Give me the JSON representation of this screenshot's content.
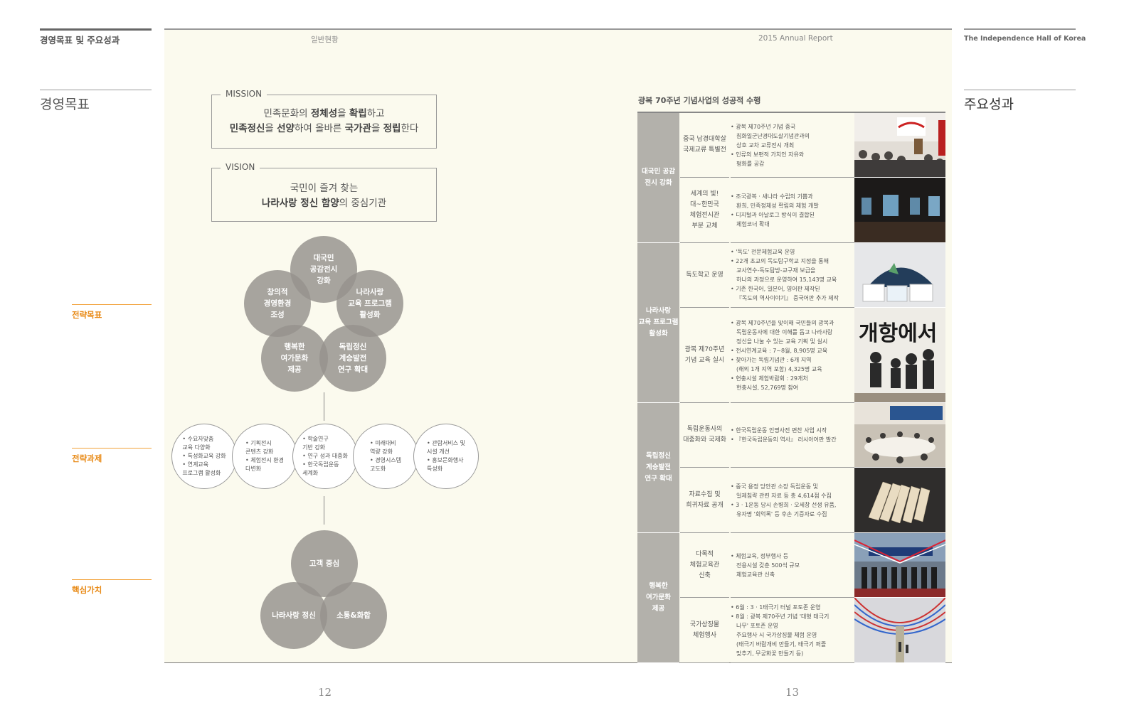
{
  "header": {
    "left_section": "경영목표 및 주요성과",
    "left_running_head": "일반현황",
    "right_running_head": "2015 Annual Report",
    "right_brand": "The Independence Hall of Korea"
  },
  "left_page": {
    "section_title": "경영목표",
    "page_number": "12",
    "labels": {
      "strategic_goal": "전략목표",
      "strategic_tasks": "전략과제",
      "core_values": "핵심가치"
    },
    "mission": {
      "label": "MISSION",
      "line1": [
        "민족문화의 ",
        "정체성",
        "을 ",
        "확립",
        "하고"
      ],
      "line2": [
        "민족정신",
        "을 ",
        "선양",
        "하여 올바른 ",
        "국가관",
        "을 ",
        "정립",
        "한다"
      ]
    },
    "vision": {
      "label": "VISION",
      "line1": "국민이 즐겨 찾는",
      "line2": [
        "나라사랑 정신 함양",
        "의 중심기관"
      ]
    },
    "goals": [
      "대국민\n공감전시\n강화",
      "창의적\n경영환경\n조성",
      "나라사랑\n교육 프로그램\n활성화",
      "행복한\n여가문화\n제공",
      "독립정신\n계승발전\n연구 확대"
    ],
    "tasks": [
      [
        "• 수요자맞춤\n  교육 다양화",
        "• 특성화교육 강화",
        "• 연계교육\n  프로그램 활성화"
      ],
      [
        "• 기획전시\n  콘텐츠 강화",
        "• 체험전시 환경\n  다변화"
      ],
      [
        "• 학술연구\n  기반 강화",
        "• 연구 성과 대중화",
        "• 한국독립운동\n  세계화"
      ],
      [
        "• 미래대비\n  역량 강화",
        "• 경영시스템\n  고도화"
      ],
      [
        "• 관람서비스 및\n  시설 개선",
        "• 홍보문화행사\n  특성화"
      ]
    ],
    "values": [
      "고객 중심",
      "나라사랑 정신",
      "소통&화합"
    ]
  },
  "right_page": {
    "section_title": "주요성과",
    "page_number": "13",
    "table_title": "광복 70주년 기념사업의 성공적 수행",
    "categories": [
      "대국민 공감\n전시 강화",
      "나라사랑\n교육 프로그램\n활성화",
      "독립정신\n계승발전\n연구 확대",
      "행복한\n여가문화\n제공"
    ],
    "rows": [
      {
        "program": "중국 남경대학살\n국제교류 특별전",
        "items": [
          "• 광복 제70주년 기념 중국\n침화일군난경대도살기념관과의\n상호 교차 교류전시 개최",
          "• 인류의 보편적 가치인 자유와\n평화를 공감"
        ]
      },
      {
        "program": "세계의 빛!\n대~한민국\n체험전시관\n부분 교체",
        "items": [
          "• 조국광복 · 새나라 수립의 기쁨과\n환희, 민족정체성 확립의 체험 개발",
          "• 디지털과 아날로그 방식이 결합된\n체험코너 확대"
        ]
      },
      {
        "program": "독도학교 운영",
        "items": [
          "• '독도' 전문체험교육 운영",
          "• 22개 초교의 독도탐구학교 지정을 통해\n교사연수-독도탐방-교구재 보급을\n하나의 과정으로 운영하여 15,143명 교육",
          "• 기존 한국어, 일본어, 영어판 제작된\n『독도의 역사이야기』 중국어판 추가 제작"
        ]
      },
      {
        "program": "광복 제70주년\n기념 교육 실시",
        "items": [
          "• 광복 제70주년을 맞이해 국민들의 광복과\n독립운동사에 대한 이해를 돕고 나라사랑\n정신을 나눌 수 있는 교육 기획 및 실시",
          "• 전시연계교육 : 7~8월, 8,905명 교육",
          "• 찾아가는 독립기념관 : 6개 지역\n(해외 1개 지역 포함) 4,325명 교육",
          "• 현충시설 체험박람회 : 29개처\n현충시설, 52,769명 참여"
        ]
      },
      {
        "program": "독립운동사의\n대중화와 국제화",
        "items": [
          "• 한국독립운동 인명사전 편찬 사업 시작",
          "• 『한국독립운동의 역사』 러시아어판 발간"
        ]
      },
      {
        "program": "자료수집 및\n희귀자료 공개",
        "items": [
          "• 중국 용정 당안관 소장 독립운동 및\n일제침략 관련 자료 등 총 4,614점 수집",
          "• 3 · 1운동 당시 손병희 · 오세창 선생 유품,\n유자명 '회억록' 등 후손 기증자료 수집"
        ]
      },
      {
        "program": "다목적\n체험교육관\n신축",
        "items": [
          "• 체험교육, 정부행사 등\n전용시설 갖춘 500석 규모\n체험교육관 신축"
        ]
      },
      {
        "program": "국가상징물\n체험행사",
        "items": [
          "• 6월 : 3 · 1태극기 터널 포토존 운영",
          "• 8월 : 광복 제70주년 기념 '대형 태극기\n나무' 포토존 운영\n주요행사 시 국가상징물 체험 운영\n(태극기 바람개비 만들기, 태극기 퍼즐\n맞추기, 무궁화꽃 만들기 등)"
        ]
      }
    ],
    "photo_caption_handwriting": "개항에서\n나의"
  },
  "colors": {
    "cream": "#fbfaee",
    "accent_orange": "#e88a16",
    "circle_grey": "#96938e",
    "category_grey": "#b3b1ab"
  }
}
